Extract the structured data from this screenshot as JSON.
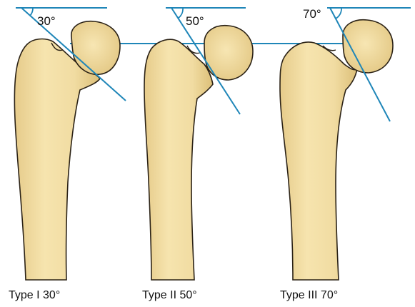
{
  "diagrams": [
    {
      "id": "type-1",
      "angle_text": "30°",
      "angle_deg": 30,
      "caption": "Type I 30°"
    },
    {
      "id": "type-2",
      "angle_text": "50°",
      "angle_deg": 50,
      "caption": "Type II 50°"
    },
    {
      "id": "type-3",
      "angle_text": "70°",
      "angle_deg": 70,
      "caption": "Type III 70°"
    }
  ],
  "colors": {
    "bone_fill": "#f3dfa6",
    "bone_shade": "#e0c47f",
    "bone_outline": "#2b2216",
    "line_color": "#1f86b8"
  }
}
